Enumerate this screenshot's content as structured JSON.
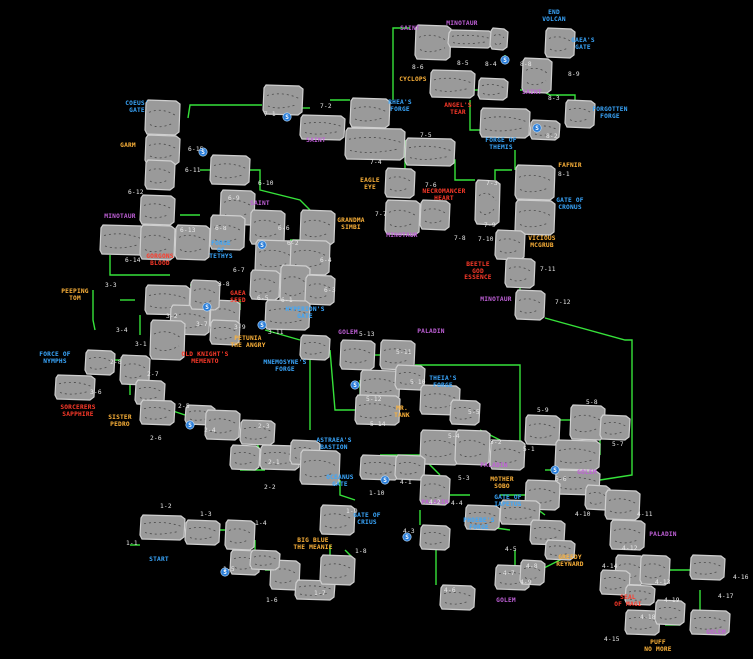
{
  "map": {
    "labels": [
      {
        "id": "saint-top",
        "text": "SAINT",
        "kind": "enemy"
      },
      {
        "id": "minotaur-top",
        "text": "MINOTAUR",
        "kind": "enemy"
      },
      {
        "id": "end-volcan",
        "text": "END\nVOLCAN",
        "kind": "gate"
      },
      {
        "id": "gaeas-gate",
        "text": "GAEA'S\nGATE",
        "kind": "gate"
      },
      {
        "id": "cyclops",
        "text": "CYCLOPS",
        "kind": "npc"
      },
      {
        "id": "saint-8-3",
        "text": "SAINT",
        "kind": "enemy"
      },
      {
        "id": "forgotten-forge",
        "text": "FORGOTTEN\nFORGE",
        "kind": "gate"
      },
      {
        "id": "angels-tear",
        "text": "ANGEL'S\nTEAR",
        "kind": "boss"
      },
      {
        "id": "forge-of-themis",
        "text": "FORGE OF\nTHEMIS",
        "kind": "gate"
      },
      {
        "id": "coeus-gate",
        "text": "COEUS'\nGATE",
        "kind": "gate"
      },
      {
        "id": "garm",
        "text": "GARM",
        "kind": "npc"
      },
      {
        "id": "saint-7-2",
        "text": "SAINT",
        "kind": "enemy"
      },
      {
        "id": "rheas-forge",
        "text": "RHEA'S\nFORGE",
        "kind": "gate"
      },
      {
        "id": "eagle-eye",
        "text": "EAGLE\nEYE",
        "kind": "npc"
      },
      {
        "id": "necromancer-heart",
        "text": "NECROMANCER\nHEART",
        "kind": "boss"
      },
      {
        "id": "fafnir",
        "text": "FAFNIR",
        "kind": "npc"
      },
      {
        "id": "gate-of-cronus",
        "text": "GATE OF\nCRONUS",
        "kind": "gate"
      },
      {
        "id": "saint-6-9",
        "text": "SAINT",
        "kind": "enemy"
      },
      {
        "id": "grandma-simbi",
        "text": "GRANDMA\nSIMBI",
        "kind": "npc"
      },
      {
        "id": "minotaur-7-7",
        "text": "MINOTAUR",
        "kind": "enemy"
      },
      {
        "id": "vicious-mcgrub",
        "text": "VICIOUS\nMCGRUB",
        "kind": "npc"
      },
      {
        "id": "minotaur-6-14",
        "text": "MINOTAUR",
        "kind": "enemy"
      },
      {
        "id": "forge-of-tethys",
        "text": "FORGE\nOF\nTETHYS",
        "kind": "gate"
      },
      {
        "id": "gorgons-blood",
        "text": "GORGONS\nBLOOD",
        "kind": "boss"
      },
      {
        "id": "beetle-god-essence",
        "text": "BEETLE\nGOD\nESSENCE",
        "kind": "boss"
      },
      {
        "id": "minotaur-7-12",
        "text": "MINOTAUR",
        "kind": "enemy"
      },
      {
        "id": "peeping-tom",
        "text": "PEEPING\nTOM",
        "kind": "npc"
      },
      {
        "id": "gaea-seed",
        "text": "GAEA\nSEED",
        "kind": "boss"
      },
      {
        "id": "hyperions-gate",
        "text": "HYPERION'S\nGATE",
        "kind": "gate"
      },
      {
        "id": "petunia",
        "text": "PETUNIA\nTHE ANGRY",
        "kind": "npc"
      },
      {
        "id": "golem-5-13",
        "text": "GOLEM",
        "kind": "enemy"
      },
      {
        "id": "paladin-5-11",
        "text": "PALADIN",
        "kind": "enemy"
      },
      {
        "id": "force-of-nymphs",
        "text": "FORCE OF\nNYMPHS",
        "kind": "gate"
      },
      {
        "id": "old-knights-memento",
        "text": "OLD KNIGHT'S\nMEMENTO",
        "kind": "boss"
      },
      {
        "id": "mnemosynes-forge",
        "text": "MNEMOSYNE'S\nFORGE",
        "kind": "gate"
      },
      {
        "id": "theias-forge",
        "text": "THEIA'S\nFORGE",
        "kind": "gate"
      },
      {
        "id": "sorcerers-sapphire",
        "text": "SORCERERS\nSAPPHIRE",
        "kind": "boss"
      },
      {
        "id": "mr-tank",
        "text": "MR.\nTANK",
        "kind": "npc"
      },
      {
        "id": "sister-pedro",
        "text": "SISTER\nPEDRO",
        "kind": "npc"
      },
      {
        "id": "astraeas-bastion",
        "text": "ASTRAEA'S\nBASTION",
        "kind": "gate"
      },
      {
        "id": "oceanus-gate",
        "text": "OCEANUS\nGATE",
        "kind": "gate"
      },
      {
        "id": "paladin-5-2",
        "text": "PALADIN",
        "kind": "enemy"
      },
      {
        "id": "golem-5-6",
        "text": "GOLEM",
        "kind": "enemy"
      },
      {
        "id": "mother-sobo",
        "text": "MOTHER\nSOBO",
        "kind": "npc"
      },
      {
        "id": "gate-of-iapetus",
        "text": "GATE OF\nIAPETUS",
        "kind": "gate"
      },
      {
        "id": "paladin-4-2",
        "text": "PALADIN",
        "kind": "enemy"
      },
      {
        "id": "gate-of-crius",
        "text": "GATE OF\nCRIUS",
        "kind": "gate"
      },
      {
        "id": "phoebes-forge",
        "text": "PHOEBE'S\nFORGE",
        "kind": "gate"
      },
      {
        "id": "paladin-4-12",
        "text": "PALADIN",
        "kind": "enemy"
      },
      {
        "id": "big-blue",
        "text": "BIG BLUE\nTHE MEANIE",
        "kind": "npc"
      },
      {
        "id": "greedy-reynard",
        "text": "GREEDY\nREYNARD",
        "kind": "npc"
      },
      {
        "id": "start",
        "text": "START",
        "kind": "start"
      },
      {
        "id": "golem-4-6",
        "text": "GOLEM",
        "kind": "enemy"
      },
      {
        "id": "seal-of-magi",
        "text": "SEAL\nOF MAGI",
        "kind": "boss"
      },
      {
        "id": "puff-no-more",
        "text": "PUFF\nNO MORE",
        "kind": "npc"
      },
      {
        "id": "golem-4-17",
        "text": "GOLEM",
        "kind": "enemy"
      }
    ],
    "room_numbers": [
      "8-6",
      "8-5",
      "8-4",
      "8-8",
      "8-9",
      "8-3",
      "8-2",
      "8-1",
      "7-1",
      "7-2",
      "7-4",
      "7-5",
      "7-3",
      "7-6",
      "7-7",
      "7-8",
      "7-9",
      "7-10",
      "7-11",
      "7-12",
      "6-15",
      "6-11",
      "6-10",
      "6-9",
      "6-12",
      "6-13",
      "6-8",
      "6-6",
      "6-2",
      "6-4",
      "6-14",
      "6-7",
      "6-1",
      "6-5",
      "6-3",
      "3-3",
      "3-8",
      "3-4",
      "3-2",
      "3-7",
      "3-9",
      "3-11",
      "3-1",
      "2-8",
      "2-7",
      "2-6",
      "2-5",
      "2-4",
      "2-3",
      "2-2",
      "2-1",
      "3-6",
      "5-13",
      "5-11",
      "5-12",
      "5-14",
      "5-10",
      "5-9",
      "5-8",
      "5-7",
      "5-5",
      "5-4",
      "5-2",
      "5-1",
      "5-3",
      "5-6",
      "1-10",
      "4-1",
      "4-2",
      "4-3",
      "4-4",
      "4-5",
      "4-6",
      "4-7",
      "4-8",
      "4-9",
      "4-10",
      "4-11",
      "4-12",
      "4-13",
      "4-14",
      "4-15",
      "4-16",
      "4-17",
      "4-18",
      "4-19",
      "1-1",
      "1-2",
      "1-3",
      "1-4",
      "1-5",
      "1-6",
      "1-7",
      "1-8",
      "1-9"
    ],
    "colors": {
      "background": "#000000",
      "room": "#9a9a9a",
      "connector": "#36e13a",
      "save_glyph": "#2a7dd8",
      "boss_item": "#ff3a2a",
      "gate_forge": "#3aa8ff",
      "enemy": "#c060d8",
      "npc": "#ffb43a"
    },
    "save_glyph_letter": "S"
  }
}
